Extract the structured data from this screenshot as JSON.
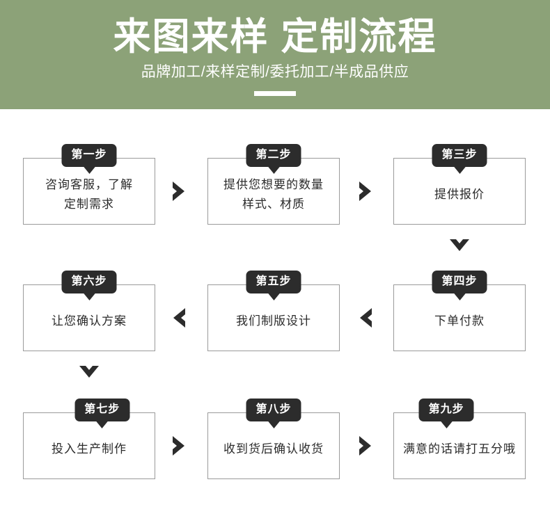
{
  "banner": {
    "title": "来图来样 定制流程",
    "subtitle": "品牌加工/来样定制/委托加工/半成品供应",
    "background_color": "#8ca278",
    "text_color": "#ffffff",
    "rule_color": "#ffffff"
  },
  "theme": {
    "badge_color": "#2c2c2c",
    "badge_text_color": "#ffffff",
    "box_border_color": "#9a9a9a",
    "box_text_color": "#2b2b2b",
    "arrow_color": "#2c2c2c",
    "page_background": "#ffffff"
  },
  "flow": {
    "steps": [
      {
        "badge": "第一步",
        "text": "咨询客服，了解\n定制需求"
      },
      {
        "badge": "第二步",
        "text": "提供您想要的数量\n样式、材质"
      },
      {
        "badge": "第三步",
        "text": "提供报价"
      },
      {
        "badge": "第四步",
        "text": "下单付款"
      },
      {
        "badge": "第五步",
        "text": "我们制版设计"
      },
      {
        "badge": "第六步",
        "text": "让您确认方案"
      },
      {
        "badge": "第七步",
        "text": "投入生产制作"
      },
      {
        "badge": "第八步",
        "text": "收到货后确认收货"
      },
      {
        "badge": "第九步",
        "text": "满意的话请打五分哦"
      }
    ],
    "connectors": [
      {
        "name": "connector-step1-to-step2",
        "direction": "right"
      },
      {
        "name": "connector-step2-to-step3",
        "direction": "right"
      },
      {
        "name": "connector-step3-to-step4",
        "direction": "down"
      },
      {
        "name": "connector-step4-to-step5",
        "direction": "left"
      },
      {
        "name": "connector-step5-to-step6",
        "direction": "left"
      },
      {
        "name": "connector-step6-to-step7",
        "direction": "down"
      },
      {
        "name": "connector-step7-to-step8",
        "direction": "right"
      },
      {
        "name": "connector-step8-to-step9",
        "direction": "right"
      }
    ]
  }
}
